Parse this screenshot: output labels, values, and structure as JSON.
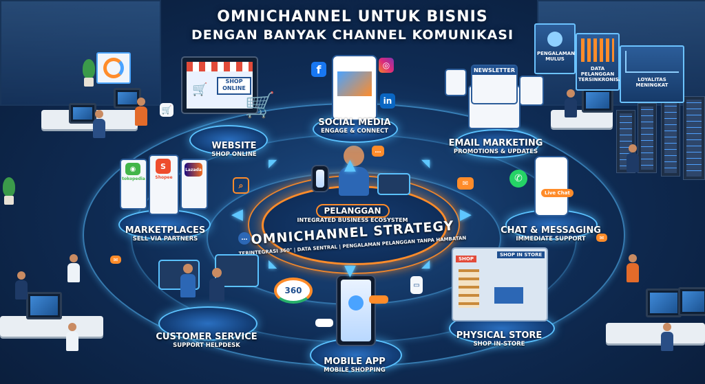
{
  "header": {
    "title_line1": "OMNICHANNEL UNTUK BISNIS",
    "title_line2": "DENGAN BANYAK CHANNEL KOMUNIKASI"
  },
  "center": {
    "customer_label": "PELANGGAN",
    "ecosystem": "INTEGRATED BUSINESS ECOSYSTEM",
    "strategy": "OMNICHANNEL STRATEGY",
    "tagline": "TERINTEGRASI 360° | DATA SENTRAL | PENGALAMAN PELANGGAN TANPA HAMBATAN",
    "badge_360": "360"
  },
  "channels": {
    "website": {
      "title": "WEBSITE",
      "subtitle": "SHOP ONLINE",
      "screen_text": "SHOP ONLINE"
    },
    "social": {
      "title": "SOCIAL MEDIA",
      "subtitle": "ENGAGE & CONNECT"
    },
    "email": {
      "title": "EMAIL MARKETING",
      "subtitle": "PROMOTIONS & UPDATES",
      "card_text": "NEWSLETTER"
    },
    "marketplaces": {
      "title": "MARKETPLACES",
      "subtitle": "SELL VIA PARTNERS",
      "brands": [
        "tokopedia",
        "Shopee",
        "Lazada"
      ]
    },
    "chat": {
      "title": "CHAT & MESSAGING",
      "subtitle": "IMMEDIATE SUPPORT",
      "bubble": "Live Chat"
    },
    "customer_service": {
      "title": "CUSTOMER SERVICE",
      "subtitle": "SUPPORT HELPDESK"
    },
    "mobile_app": {
      "title": "MOBILE APP",
      "subtitle": "MOBILE SHOPPING"
    },
    "physical_store": {
      "title": "PHYSICAL STORE",
      "subtitle": "SHOP IN-STORE",
      "sign1": "SHOP",
      "sign2": "SHOP IN STORE"
    }
  },
  "panels": {
    "p1": "PENGALAMAN MULUS",
    "p2": "DATA PELANGGAN TERSINKRONISASI",
    "p3": "LOYALITAS MENINGKAT"
  },
  "colors": {
    "accent_orange": "#ff8c2a",
    "glow_blue": "#5bc2ff",
    "background": "#0f2c55"
  }
}
